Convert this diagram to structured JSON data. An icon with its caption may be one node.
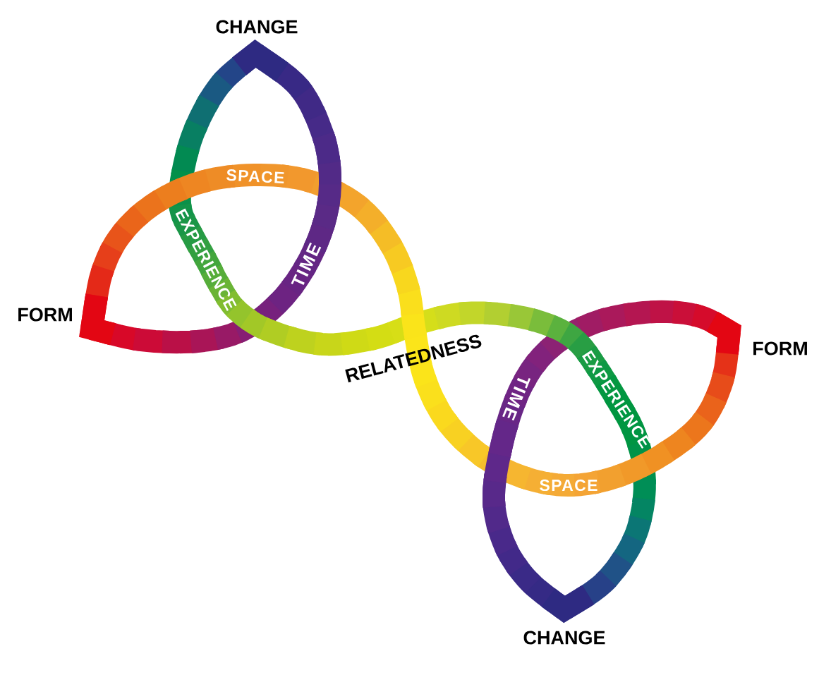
{
  "diagram": {
    "labels": [
      "CHANGE",
      "SPACE",
      "EXPERIENCE",
      "TIME",
      "FORM",
      "RELATEDNESS",
      "FORM",
      "TIME",
      "EXPERIENCE",
      "SPACE",
      "CHANGE"
    ]
  }
}
